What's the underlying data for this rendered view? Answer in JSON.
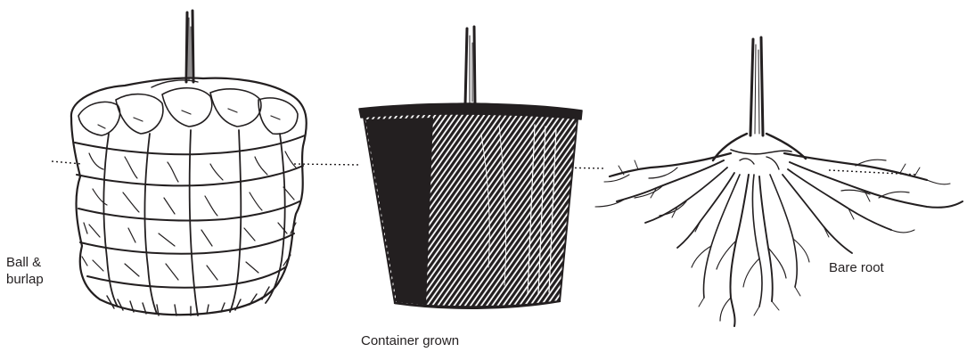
{
  "labels": {
    "ball_burlap_line1": "Ball &",
    "ball_burlap_line2": "burlap",
    "bare_root": "Bare root",
    "container_grown": "Container grown"
  },
  "colors": {
    "ink": "#231f20",
    "background": "#ffffff"
  },
  "figures": [
    "ball-and-burlap-tree",
    "container-grown-tree",
    "bare-root-tree"
  ]
}
